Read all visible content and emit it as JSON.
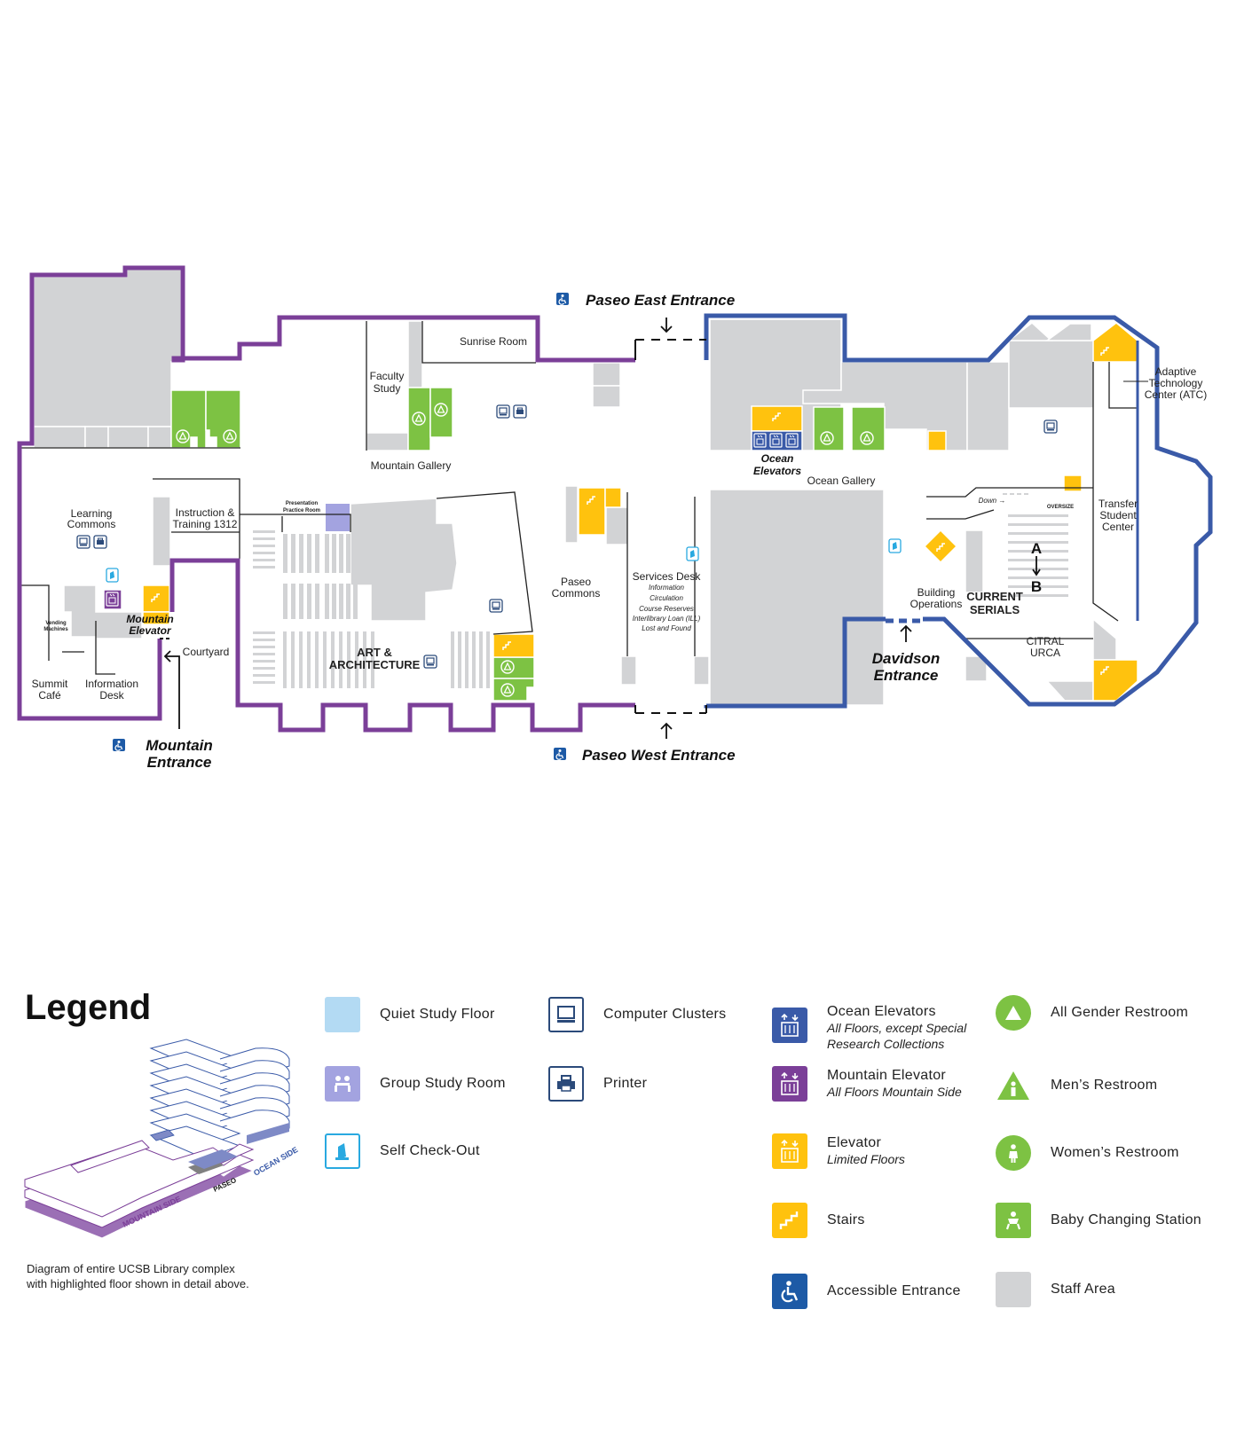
{
  "map": {
    "entrances": {
      "paseo_east": "Paseo East Entrance",
      "paseo_west": "Paseo West Entrance",
      "mountain_line1": "Mountain",
      "mountain_line2": "Entrance",
      "davidson_line1": "Davidson",
      "davidson_line2": "Entrance"
    },
    "rooms": {
      "sunrise_room": "Sunrise Room",
      "faculty_study_1": "Faculty",
      "faculty_study_2": "Study",
      "mountain_gallery": "Mountain Gallery",
      "ocean_elevators_1": "Ocean",
      "ocean_elevators_2": "Elevators",
      "ocean_gallery": "Ocean Gallery",
      "atc_1": "Adaptive",
      "atc_2": "Technology",
      "atc_3": "Center (ATC)",
      "learning_commons_1": "Learning",
      "learning_commons_2": "Commons",
      "instruction_1": "Instruction &",
      "instruction_2": "Training 1312",
      "presentation_1": "Presentation",
      "presentation_2": "Practice Room",
      "vending_1": "Vending",
      "vending_2": "Machines",
      "mountain_elevator_1": "Mountain",
      "mountain_elevator_2": "Elevator",
      "courtyard": "Courtyard",
      "summit_1": "Summit",
      "summit_2": "Café",
      "info_1": "Information",
      "info_2": "Desk",
      "art_1": "ART &",
      "art_2": "ARCHITECTURE",
      "paseo_commons_1": "Paseo",
      "paseo_commons_2": "Commons",
      "services_desk": "Services Desk",
      "services_items": [
        "Information",
        "Circulation",
        "Course Reserves",
        "Interlibrary Loan (ILL)",
        "Lost and Found"
      ],
      "down": "Down →",
      "oversize": "OVERSIZE",
      "transfer_1": "Transfer",
      "transfer_2": "Student",
      "transfer_3": "Center",
      "shelf_a": "A",
      "shelf_b": "B",
      "building_ops_1": "Building",
      "building_ops_2": "Operations",
      "current_serials_1": "CURRENT",
      "current_serials_2": "SERIALS",
      "citral_1": "CITRAL",
      "citral_2": "URCA"
    },
    "colors": {
      "mountain_side": "#7b3f98",
      "ocean_side": "#3a5aa8",
      "staff_area": "#d2d3d5",
      "restroom": "#7dc243",
      "elevator_stairs": "#ffc20e",
      "group_study": "#a3a3e0"
    }
  },
  "legend": {
    "title": "Legend",
    "caption_line1": "Diagram of entire UCSB Library complex",
    "caption_line2": "with highlighted floor shown in detail above.",
    "iso_labels": {
      "mountain_side": "MOUNTAIN SIDE",
      "ocean_side": "OCEAN SIDE",
      "paseo": "PASEO"
    },
    "items": {
      "quiet_study": {
        "label": "Quiet Study Floor",
        "color": "#b3daf3",
        "icon": "quiet-study-swatch"
      },
      "group_study": {
        "label": "Group Study Room",
        "color": "#a3a3e0",
        "icon": "group-study-icon"
      },
      "self_checkout": {
        "label": "Self Check-Out",
        "color": "#29a9e0",
        "icon": "self-checkout-icon"
      },
      "computer": {
        "label": "Computer Clusters",
        "color": "#2b4a7a",
        "icon": "computer-icon"
      },
      "printer": {
        "label": "Printer",
        "color": "#2b4a7a",
        "icon": "printer-icon"
      },
      "ocean_elev": {
        "label": "Ocean Elevators",
        "sub1": "All Floors, except Special",
        "sub2": "Research Collections",
        "color": "#3a5aa8",
        "icon": "ocean-elevator-icon"
      },
      "mountain_elev": {
        "label": "Mountain Elevator",
        "sub1": "All Floors Mountain Side",
        "color": "#7b3f98",
        "icon": "mountain-elevator-icon"
      },
      "elevator": {
        "label": "Elevator",
        "sub1": "Limited Floors",
        "color": "#ffc20e",
        "icon": "elevator-icon"
      },
      "stairs": {
        "label": "Stairs",
        "color": "#ffc20e",
        "icon": "stairs-icon"
      },
      "accessible": {
        "label": "Accessible Entrance",
        "color": "#1d5aa6",
        "icon": "accessible-icon"
      },
      "all_gender": {
        "label": "All Gender Restroom",
        "color": "#7dc243",
        "icon": "all-gender-restroom-icon"
      },
      "mens": {
        "label": "Men’s Restroom",
        "color": "#7dc243",
        "icon": "mens-restroom-icon"
      },
      "womens": {
        "label": "Women’s Restroom",
        "color": "#7dc243",
        "icon": "womens-restroom-icon"
      },
      "baby": {
        "label": "Baby Changing Station",
        "color": "#7dc243",
        "icon": "baby-changing-icon"
      },
      "staff": {
        "label": "Staff Area",
        "color": "#d2d3d5",
        "icon": "staff-area-swatch"
      }
    }
  }
}
